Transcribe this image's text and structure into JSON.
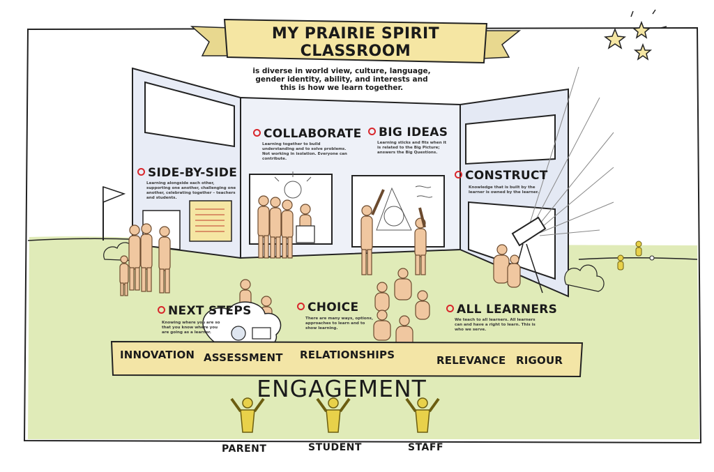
{
  "title": "MY PRAIRIE SPIRIT CLASSROOM",
  "subtitle": "is diverse in world view, culture, language, gender identity, ability, and interests and this is how we learn together.",
  "sections": {
    "collaborate": {
      "heading": "COLLABORATE",
      "text": "Learning together to build understanding and to solve problems. Not working in isolation. Everyone can contribute."
    },
    "big_ideas": {
      "heading": "BIG IDEAS",
      "text": "Learning sticks and fits when it is related to the Big Picture; answers the Big Questions."
    },
    "side_by_side": {
      "heading": "SIDE-BY-SIDE",
      "text": "Learning alongside each other, supporting one another, challenging one another, celebrating together – teachers and students."
    },
    "construct": {
      "heading": "CONSTRUCT",
      "text": "Knowledge that is built by the learner is owned by the learner."
    },
    "next_steps": {
      "heading": "NEXT STEPS",
      "text": "Knowing where you are so that you know where you are going as a learner."
    },
    "choice": {
      "heading": "CHOICE",
      "text": "There are many ways, options, approaches to learn and to show learning."
    },
    "all_learners": {
      "heading": "ALL LEARNERS",
      "text": "We teach to all learners. All learners can and have a right to learn. This is who we serve."
    }
  },
  "foundation": [
    "INNOVATION",
    "ASSESSMENT",
    "RELATIONSHIPS",
    "RELEVANCE",
    "RIGOUR"
  ],
  "engagement": "ENGAGEMENT",
  "people": [
    "PARENT",
    "STUDENT",
    "STAFF"
  ],
  "colors": {
    "banner": "#f5e6a3",
    "wall": "#e8ecf6",
    "grass": "#e0ebb8",
    "plank": "#f3e5a6",
    "figure": "#f0c7a0",
    "person": "#e8d14a",
    "bullet": "#d8262b"
  }
}
